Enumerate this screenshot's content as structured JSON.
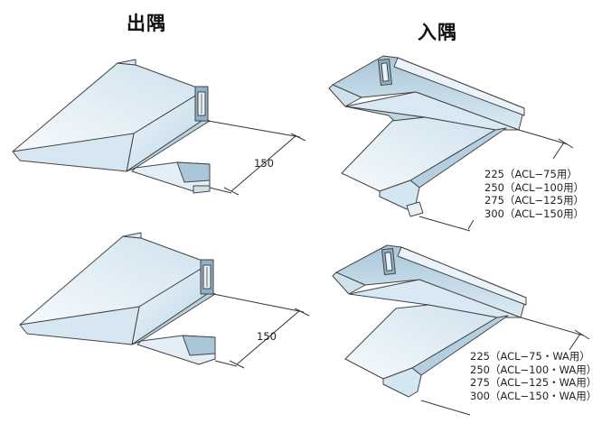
{
  "headings": {
    "outer_corner": "出隅",
    "inner_corner": "入隅"
  },
  "dimensions": {
    "outer_top": "150",
    "outer_bottom": "150"
  },
  "specs_top": [
    "225（ACL−75用）",
    "250（ACL−100用）",
    "275（ACL−125用）",
    "300（ACL−150用）"
  ],
  "specs_bottom": [
    "225（ACL−75・WA用）",
    "250（ACL−100・WA用）",
    "275（ACL−125・WA用）",
    "300（ACL−150・WA用）"
  ],
  "colors": {
    "metal_face": "#c9dfec",
    "metal_light": "#e6f1f8",
    "metal_dark": "#8fb1c6",
    "outline": "#444444"
  }
}
